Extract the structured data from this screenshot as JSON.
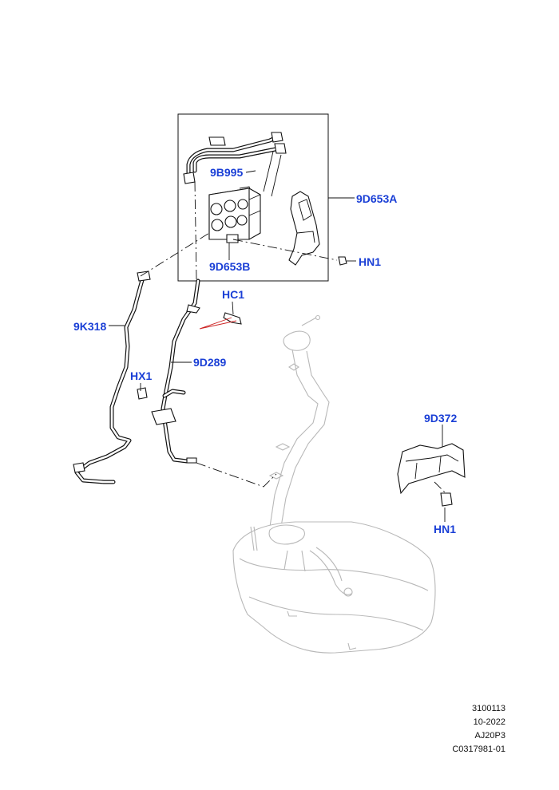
{
  "callouts": {
    "9d653a": "9D653A",
    "9b995": "9B995",
    "9d653b": "9D653B",
    "hn1_top": "HN1",
    "hc1": "HC1",
    "9k318": "9K318",
    "9d289": "9D289",
    "hx1": "HX1",
    "9d372": "9D372",
    "hn1_bottom": "HN1"
  },
  "footer": {
    "line1": "3100113",
    "line2": "10-2022",
    "line3": "AJ20P3",
    "line4": "C0317981-01"
  },
  "colors": {
    "callout": "#1a3fd6",
    "leader": "#111111",
    "ghost": "#b8b8b8",
    "accent_line": "#cc2222"
  }
}
